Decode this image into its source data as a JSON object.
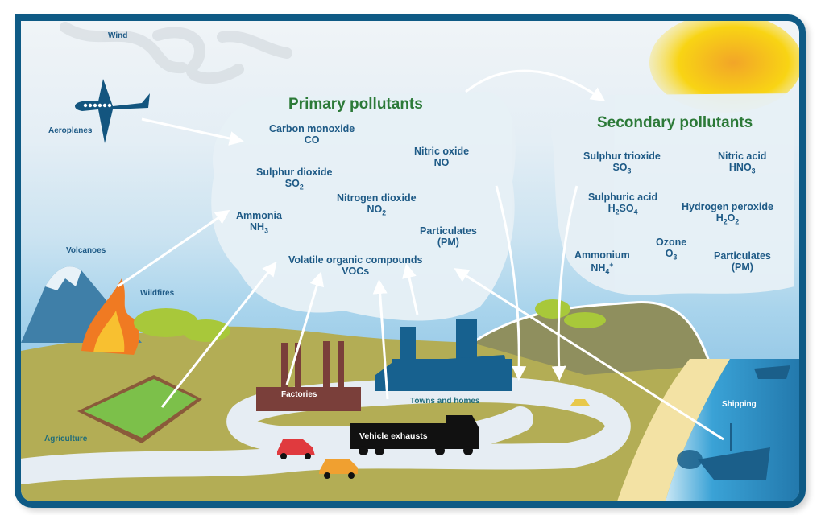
{
  "title": "Primary and secondary air pollutants diagram",
  "colors": {
    "frame_border": "#0e5a85",
    "heading_green": "#2c7a38",
    "label_blue": "#1e5a86",
    "sky_light": "#e4eef5",
    "sky_blue": "#9acbe8",
    "land_olive": "#b3ad55",
    "hill_dark": "#8f8f5e",
    "road": "#e6edf3",
    "sea": "#2b8fc4",
    "sand": "#f3e2a4",
    "sun": "#f8d216",
    "factory": "#7a3f3a",
    "town": "#17618f",
    "truck": "#111111",
    "car_red": "#e03a3e",
    "car_orange": "#f0a030",
    "fire_orange": "#f07a22"
  },
  "primary": {
    "heading": "Primary pollutants",
    "items": [
      {
        "name": "Carbon monoxide",
        "formula": "CO"
      },
      {
        "name": "Nitric oxide",
        "formula": "NO"
      },
      {
        "name": "Sulphur dioxide",
        "formula_html": [
          "SO",
          "2",
          ""
        ]
      },
      {
        "name": "Nitrogen dioxide",
        "formula_html": [
          "NO",
          "2",
          ""
        ]
      },
      {
        "name": "Ammonia",
        "formula_html": [
          "NH",
          "3",
          ""
        ]
      },
      {
        "name": "Particulates",
        "formula": "(PM)"
      },
      {
        "name": "Volatile organic compounds",
        "formula": "VOCs"
      }
    ]
  },
  "secondary": {
    "heading": "Secondary pollutants",
    "items": [
      {
        "name": "Sulphur trioxide",
        "formula_html": [
          "SO",
          "3",
          ""
        ]
      },
      {
        "name": "Nitric acid",
        "formula_html": [
          "HNO",
          "3",
          ""
        ]
      },
      {
        "name": "Sulphuric acid",
        "f_a": "H",
        "f_b": "2",
        "f_c": "SO",
        "f_d": "4"
      },
      {
        "name": "Hydrogen peroxide",
        "f_a": "H",
        "f_b": "2",
        "f_c": "O",
        "f_d": "2"
      },
      {
        "name": "Ozone",
        "formula_html": [
          "O",
          "3",
          ""
        ]
      },
      {
        "name": "Ammonium",
        "f_a": "NH",
        "f_b": "4",
        "f_sup": "+"
      },
      {
        "name": "Particulates",
        "formula": "(PM)"
      }
    ]
  },
  "sources": {
    "wind": "Wind",
    "aeroplanes": "Aeroplanes",
    "volcanoes": "Volcanoes",
    "wildfires": "Wildfires",
    "agriculture": "Agriculture",
    "factories": "Factories",
    "towns": "Towns and homes",
    "vehicles": "Vehicle exhausts",
    "shipping": "Shipping"
  },
  "icons": [
    "wind-icon",
    "aeroplane-icon",
    "sun-icon",
    "volcano-icon",
    "wildfire-icon",
    "farm-icon",
    "factory-icon",
    "town-icon",
    "truck-icon",
    "car-icon",
    "ship-icon",
    "arrow-icon"
  ]
}
